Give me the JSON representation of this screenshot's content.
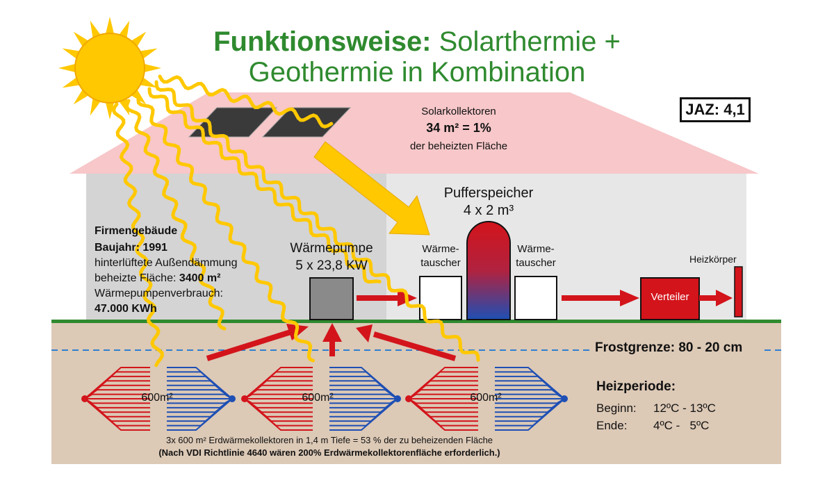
{
  "title": {
    "line1_bold": "Funktionsweise:",
    "line1_rest": " Solarthermie +",
    "line2": "Geothermie in Kombination"
  },
  "jaz": "JAZ: 4,1",
  "solar": {
    "label": "Solarkollektoren",
    "area": "34 m² = 1%",
    "note": "der beheizten Fläche"
  },
  "building": {
    "name": "Firmengebäude",
    "year_label": "Baujahr: ",
    "year": "1991",
    "insulation": "hinterlüftete Außendämmung",
    "heated_area_label": "beheizte Fläche: ",
    "heated_area": "3400 m²",
    "consumption_label": "Wärmepumpenverbrauch:",
    "consumption": "47.000 KWh"
  },
  "heat_pump": {
    "label": "Wärmepumpe",
    "spec": "5 x 23,8 KW"
  },
  "buffer": {
    "label": "Pufferspeicher",
    "spec": "4 x 2 m³"
  },
  "exchanger_left": {
    "line1": "Wärme-",
    "line2": "tauscher"
  },
  "exchanger_right": {
    "line1": "Wärme-",
    "line2": "tauscher"
  },
  "distributor": "Verteiler",
  "radiator": "Heizkörper",
  "frost": "Frostgrenze: 80 - 20 cm",
  "heating_period": {
    "title": "Heizperiode:",
    "start_label": "Beginn:",
    "start_value": "12ºC - 13ºC",
    "end_label": "Ende:",
    "end_value": "4ºC -   5ºC"
  },
  "collectors": [
    "600m²",
    "600m²",
    "600m²"
  ],
  "footnote": {
    "line1": "3x 600 m² Erdwärmekollektoren in 1,4 m Tiefe = 53 % der zu beheizenden Fläche",
    "line2": "(Nach VDI Richtlinie 4640 wären 200% Erdwärmekollektorenfläche erforderlich.)"
  },
  "colors": {
    "title_green": "#2f8a2f",
    "roof": "#f7c7c9",
    "wall_left": "#d4d4d4",
    "wall_right": "#e7e7e7",
    "ground": "#dcc9b6",
    "grass": "#2f8a2f",
    "sun": "#ffc800",
    "arrow_red": "#d3141b",
    "pipe_red": "#d3141b",
    "pipe_blue": "#1e4fb4",
    "frost_line": "#2f7fd0"
  }
}
